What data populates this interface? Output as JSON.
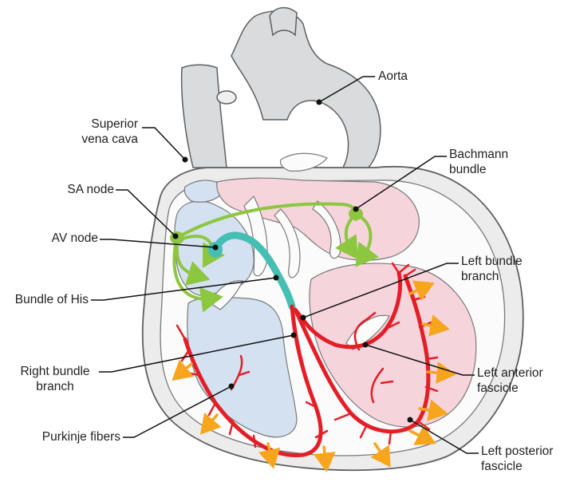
{
  "labels": {
    "aorta": "Aorta",
    "svc": [
      "Superior",
      "vena cava"
    ],
    "bachmann": [
      "Bachmann",
      "bundle"
    ],
    "sa_node": "SA node",
    "av_node": "AV node",
    "bundle_his": "Bundle of His",
    "left_bundle": [
      "Left bundle",
      "branch"
    ],
    "right_bundle": [
      "Right bundle",
      "branch"
    ],
    "left_anterior": [
      "Left anterior",
      "fascicle"
    ],
    "purkinje": "Purkinje fibers",
    "left_posterior": [
      "Left posterior",
      "fascicle"
    ]
  },
  "colors": {
    "outline": "#5f5f5f",
    "vessel_gray": "#dadbdc",
    "right_chamber_blue": "#d3e1f1",
    "left_chamber_pink": "#f6d4dc",
    "wall_white": "#fbfbfb",
    "sa_pathway_green": "#8dc63f",
    "av_his_teal": "#45bfb4",
    "bundle_red": "#e41e26",
    "impulse_orange": "#f6a51c"
  },
  "icons": [
    "arrow-head-icon"
  ]
}
